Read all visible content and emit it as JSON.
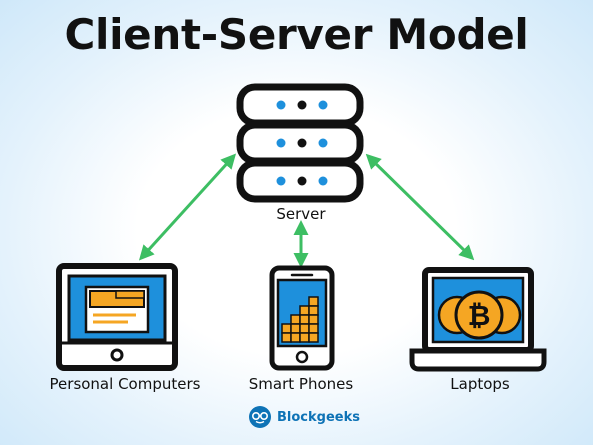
{
  "title": "Client-Server Model",
  "nodes": {
    "server": "Server",
    "personal_computers": "Personal Computers",
    "smart_phones": "Smart Phones",
    "laptops": "Laptops"
  },
  "brand": "Blockgeeks",
  "colors": {
    "outline": "#111111",
    "screen_blue": "#1e90dc",
    "accent_orange": "#f5a623",
    "arrow_green": "#3dbe63",
    "brand_blue": "#0e73b6"
  },
  "icons": [
    "server-icon",
    "desktop-computer-icon",
    "smartphone-icon",
    "laptop-icon",
    "bitcoin-icon",
    "blockgeeks-logo-icon"
  ]
}
